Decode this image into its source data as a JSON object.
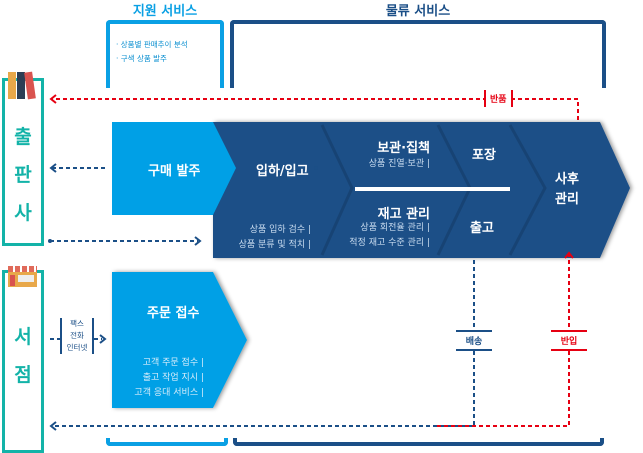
{
  "support_service": {
    "title": "지원 서비스",
    "items": [
      "· 상품별 판매추이 분석",
      "· 구색 상품 발주"
    ]
  },
  "logistics_service": {
    "title": "물류 서비스"
  },
  "publisher": {
    "label": [
      "출",
      "판",
      "사"
    ]
  },
  "bookstore": {
    "label": [
      "서",
      "점"
    ]
  },
  "channels": [
    "팩스",
    "전화",
    "인터넷"
  ],
  "steps": {
    "purchase_order": "구매 발주",
    "receiving": {
      "title": "입하/입고",
      "details": [
        "상품 입하 검수 |",
        "상품 분류 및 적치 |"
      ]
    },
    "storage": {
      "title": "보관·집책",
      "details": [
        "상품 진열·보관 |"
      ]
    },
    "inventory": {
      "title": "재고 관리",
      "details": [
        "상품 회전율 관리 |",
        "적정 재고 수준 관리 |"
      ]
    },
    "packing": "포장",
    "shipping": "출고",
    "after_service": [
      "사후",
      "관리"
    ],
    "order_receipt": {
      "title": "주문 접수",
      "details": [
        "고객 주문 접수 |",
        "출고 작업 지시 |",
        "고객 응대 서비스 |"
      ]
    }
  },
  "flows": {
    "return": "반품",
    "delivery": "배송",
    "return_in": "반입"
  },
  "colors": {
    "light_blue": "#00a0e6",
    "navy": "#1b4f87",
    "teal": "#13b3a8",
    "red": "#e60012"
  }
}
